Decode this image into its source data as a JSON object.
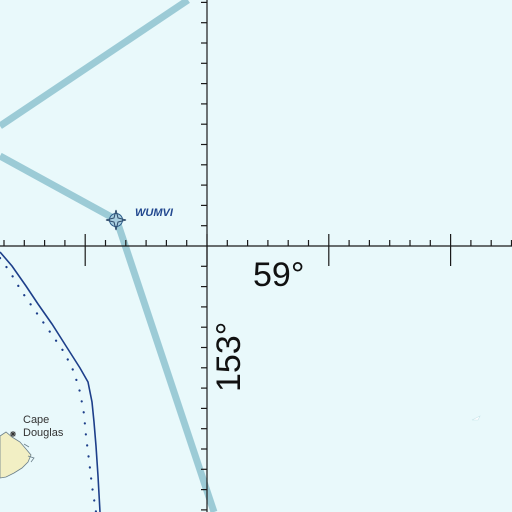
{
  "map": {
    "waypoint": {
      "name": "WUMVI",
      "icon": "waypoint-star-icon"
    },
    "latitude_label": "59°",
    "longitude_label": "153°",
    "place": {
      "line1": "Cape",
      "line2": "Douglas",
      "icon": "landmark-star-icon"
    },
    "colors": {
      "water": "#e9f9fb",
      "airway": "#9ccbd6",
      "graticule": "#1a1a1a",
      "boundary": "#1d3f8a",
      "land": "#f2efc4",
      "waypoint_label": "#22488f"
    }
  }
}
